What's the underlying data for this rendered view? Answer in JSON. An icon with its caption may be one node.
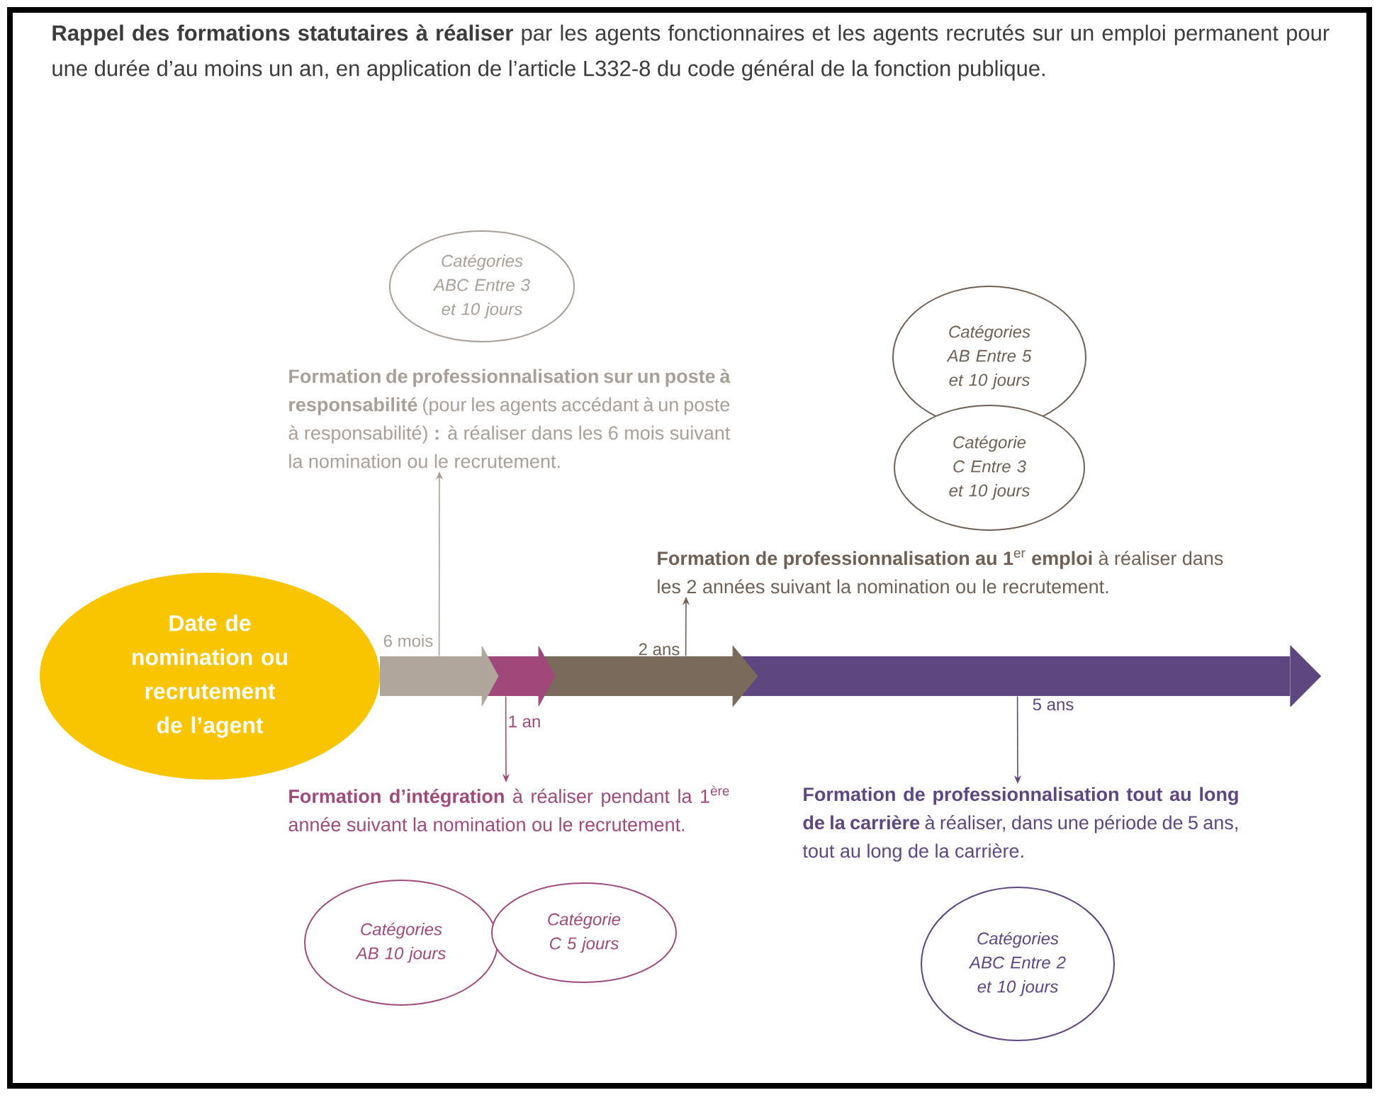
{
  "diagram": {
    "title": "**Rappel des formations statutaires à réaliser** par les agents fonctionnaires et les agents recrutés sur un emploi permanent pour une durée d’au moins un an, en application de l’article L332-8 du code général de la fonction publique.",
    "nodes": [
      {
        "text": [
          "Date de nomination ou recrutement de l’agent"
        ]
      },
      {
        "text": [],
        "shape": "bar",
        "beside": [
          "6 mois"
        ]
      },
      {
        "text": [],
        "shape": "bar",
        "beside": [
          "1 an"
        ]
      },
      {
        "text": [],
        "shape": "bar",
        "beside": [
          "2 ans"
        ]
      },
      {
        "text": [],
        "shape": "bar",
        "beside": [
          "5 ans"
        ]
      },
      {
        "text": [
          "**Formation de professionnalisation sur un poste à responsabilité** (pour les agents accédant à un poste à responsabilité) **:** à réaliser dans les 6 mois suivant la nomination ou le recrutement."
        ]
      },
      {
        "text": [
          "Catégories ABC Entre 3 et 10 jours"
        ]
      },
      {
        "text": [
          "**Formation de professionnalisation au 1**$^{er}$ **emploi** à réaliser dans les 2 années suivant la nomination ou le recrutement."
        ]
      },
      {
        "text": [
          "Catégories AB Entre 5 et 10 jours"
        ]
      },
      {
        "text": [
          "Catégorie C Entre 3 et 10 jours"
        ]
      },
      {
        "text": [
          "**Formation d’intégration** à réaliser pendant la 1$^{ère}$ année suivant la nomination ou le recrutement."
        ]
      },
      {
        "text": [
          "Catégories AB 10 jours"
        ]
      },
      {
        "text": [
          "Catégorie C 5 jours"
        ]
      },
      {
        "text": [
          "**Formation de professionnalisation tout au long de la carrière** à réaliser, dans une période de 5 ans, tout au long de la carrière."
        ]
      },
      {
        "text": [
          "Catégories ABC Entre 2 et 10 jours"
        ]
      }
    ],
    "edges": [
      {
        "from": 1,
        "to": 5,
        "arrow": "to",
        "color": "#a89f98"
      },
      {
        "from": 2,
        "to": 10,
        "arrow": "to",
        "color": "#a04a7c"
      },
      {
        "from": 3,
        "to": 7,
        "arrow": "to",
        "color": "#6f6055"
      },
      {
        "from": 4,
        "to": 13,
        "arrow": "to",
        "color": "#5e4680"
      },
      {
        "from": 1,
        "to": 2,
        "arrow": "to",
        "color": "#b0a69c"
      },
      {
        "from": 2,
        "to": 3,
        "arrow": "to",
        "color": "#a1487a"
      },
      {
        "from": 3,
        "to": 4,
        "arrow": "to",
        "color": "#7a6a5c"
      },
      {
        "from": 4,
        "to": null,
        "arrow": "to",
        "color": "#5e4680"
      }
    ]
  }
}
